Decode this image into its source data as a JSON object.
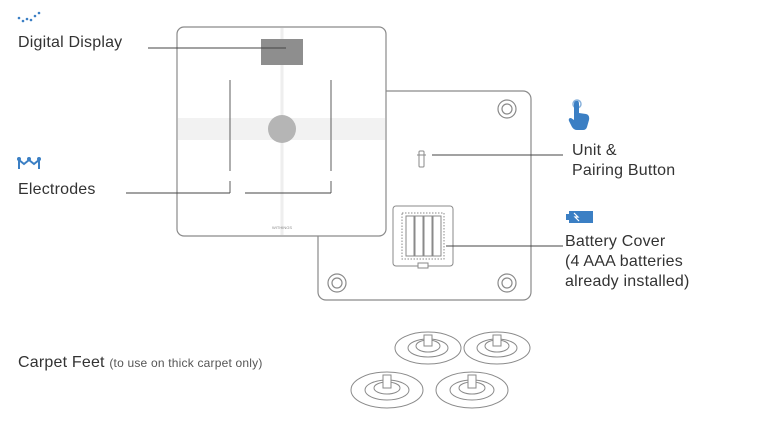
{
  "labels": {
    "digital_display": "Digital Display",
    "electrodes": "Electrodes",
    "unit_pairing_line1": "Unit &",
    "unit_pairing_line2": "Pairing Button",
    "battery_line1": "Battery Cover",
    "battery_line2": "(4 AAA batteries",
    "battery_line3": "already installed)",
    "carpet_feet": "Carpet Feet",
    "carpet_feet_note": "(to use on thick carpet only)",
    "brand_mark": "WITHINGS"
  },
  "icons": {
    "display": "display-dots-icon",
    "electrodes": "electrodes-icon",
    "button": "tap-finger-icon",
    "battery": "battery-icon"
  },
  "colors": {
    "accent": "#3b7fc4",
    "outline": "#8a8a8a",
    "text": "#333333"
  }
}
